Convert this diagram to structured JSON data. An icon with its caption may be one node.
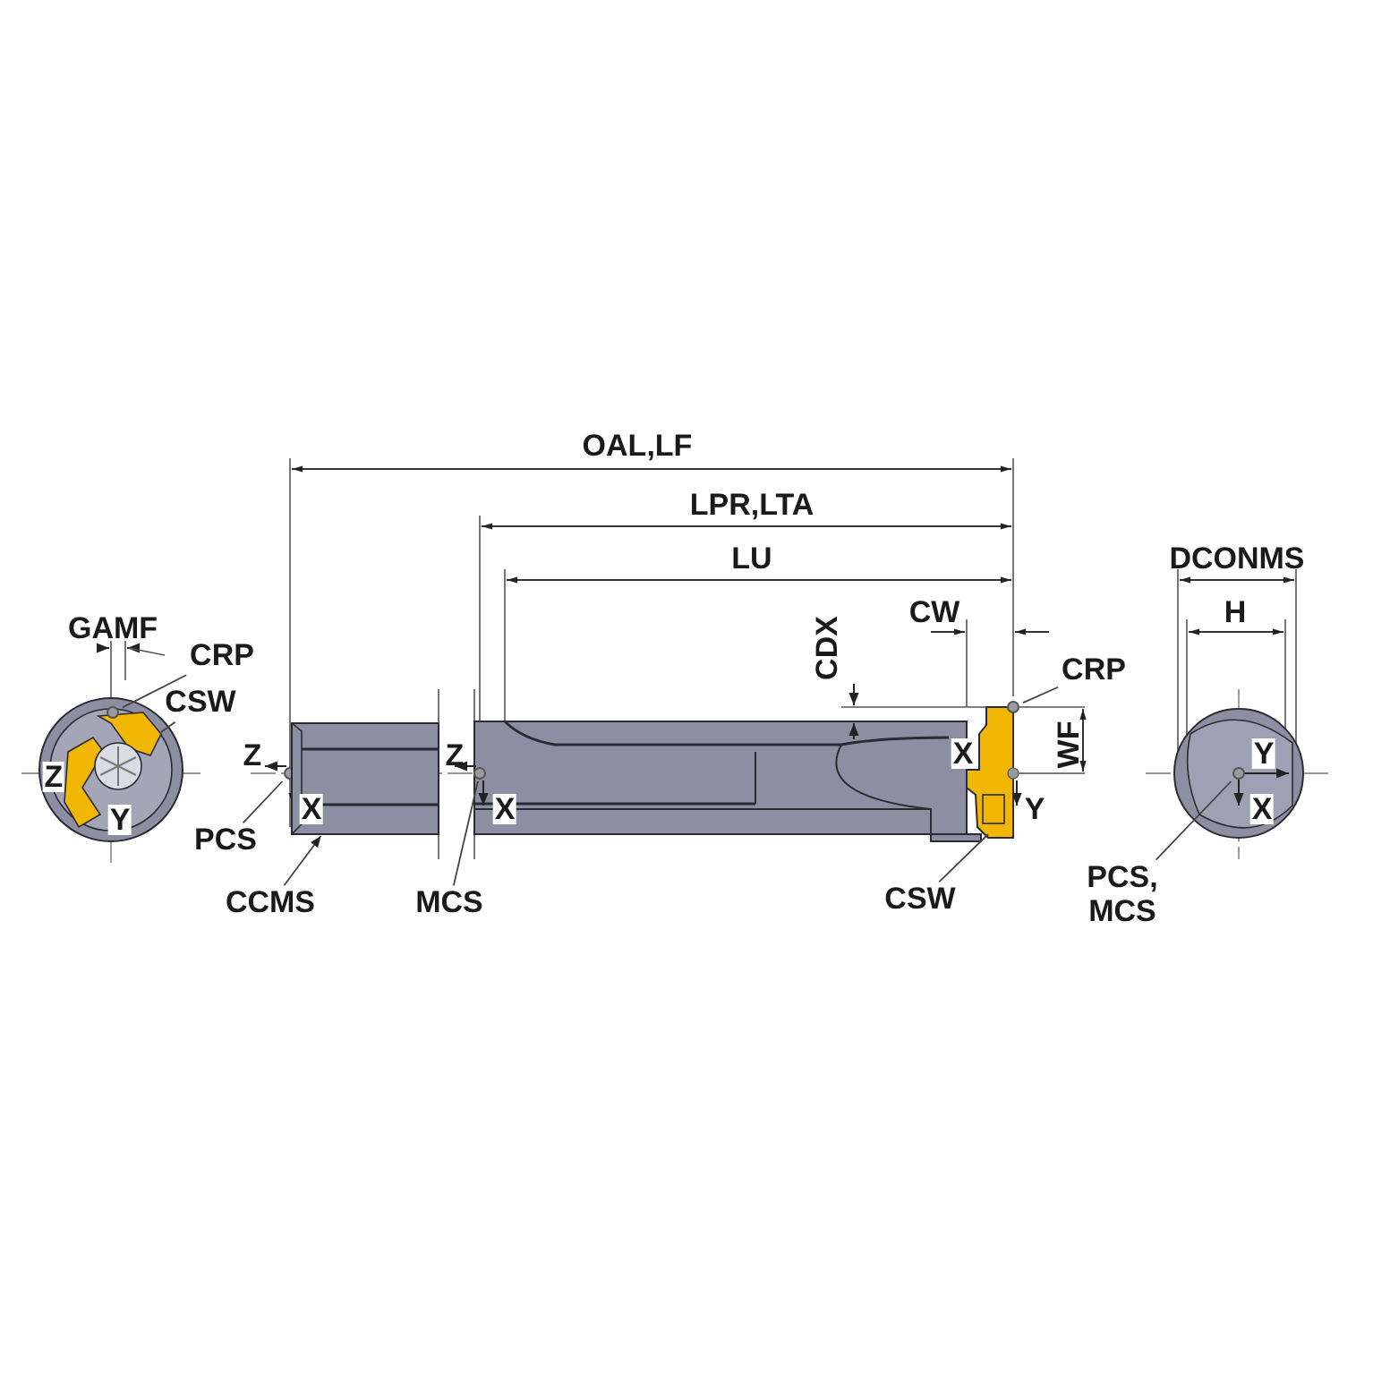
{
  "diagram": {
    "nodes": [
      {
        "text": [
          "CRP"
        ]
      },
      {
        "text": [
          "CSW"
        ]
      },
      {
        "text": [
          "CRP"
        ]
      },
      {
        "text": [
          "PCS"
        ]
      },
      {
        "text": [
          "MCS"
        ]
      },
      {
        "text": [
          "CSW"
        ]
      },
      {
        "text": [
          "CCMS"
        ]
      },
      {
        "text": [
          "PCS, MCS"
        ]
      },
      {
        "text": [],
        "shape": "circle"
      },
      {
        "text": [],
        "shape": "circle"
      },
      {
        "text": [],
        "shape": "bar"
      },
      {
        "text": [],
        "shape": "circle"
      },
      {
        "text": [],
        "shape": "circle"
      },
      {
        "text": [],
        "shape": "circle"
      }
    ],
    "edges": [
      {
        "from": 0,
        "to": 8,
        "arrow": "none"
      },
      {
        "from": 1,
        "to": null,
        "arrow": "none"
      },
      {
        "from": 2,
        "to": 12,
        "arrow": "none"
      },
      {
        "from": 3,
        "to": 9,
        "arrow": "none"
      },
      {
        "from": 4,
        "to": 11,
        "arrow": "none"
      },
      {
        "from": 5,
        "to": null,
        "arrow": "none"
      },
      {
        "from": 6,
        "to": 10,
        "arrow": "to"
      },
      {
        "from": 7,
        "to": 13,
        "arrow": "none"
      }
    ],
    "labels": [
      "OAL,LF",
      "LPR,LTA",
      "LU",
      "DCONMS",
      "GAMF",
      "CW",
      "H",
      "CDX",
      "WF",
      "Z",
      "Y",
      "Z",
      "X",
      "Z",
      "X",
      "X",
      "Y",
      "Y",
      "X"
    ]
  }
}
